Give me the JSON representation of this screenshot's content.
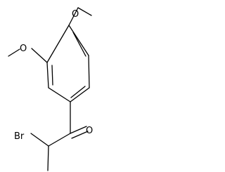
{
  "atoms": {
    "o_upper": "O",
    "o_lower": "O",
    "o_carbonyl": "O",
    "br": "Br"
  },
  "colors": {
    "bond": "#000000",
    "text": "#000000",
    "background": "#ffffff"
  }
}
